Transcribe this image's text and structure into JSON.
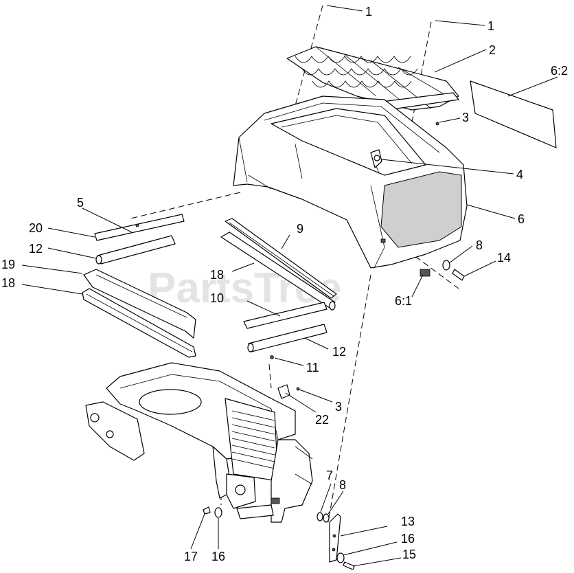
{
  "watermark": "PartsTree",
  "callouts": [
    {
      "id": "c1a",
      "text": "1"
    },
    {
      "id": "c1b",
      "text": "1"
    },
    {
      "id": "c2",
      "text": "2"
    },
    {
      "id": "c62",
      "text": "6:2"
    },
    {
      "id": "c3a",
      "text": "3"
    },
    {
      "id": "c4",
      "text": "4"
    },
    {
      "id": "c5",
      "text": "5"
    },
    {
      "id": "c6",
      "text": "6"
    },
    {
      "id": "c20",
      "text": "20"
    },
    {
      "id": "c9",
      "text": "9"
    },
    {
      "id": "c12a",
      "text": "12"
    },
    {
      "id": "c8a",
      "text": "8"
    },
    {
      "id": "c14",
      "text": "14"
    },
    {
      "id": "c19",
      "text": "19"
    },
    {
      "id": "c18a",
      "text": "18"
    },
    {
      "id": "c18b",
      "text": "18"
    },
    {
      "id": "c10",
      "text": "10"
    },
    {
      "id": "c61",
      "text": "6:1"
    },
    {
      "id": "c12b",
      "text": "12"
    },
    {
      "id": "c11",
      "text": "11"
    },
    {
      "id": "c3b",
      "text": "3"
    },
    {
      "id": "c22",
      "text": "22"
    },
    {
      "id": "c7",
      "text": "7"
    },
    {
      "id": "c8b",
      "text": "8"
    },
    {
      "id": "c13",
      "text": "13"
    },
    {
      "id": "c16a",
      "text": "16"
    },
    {
      "id": "c16b",
      "text": "16"
    },
    {
      "id": "c15",
      "text": "15"
    },
    {
      "id": "c17",
      "text": "17"
    }
  ]
}
